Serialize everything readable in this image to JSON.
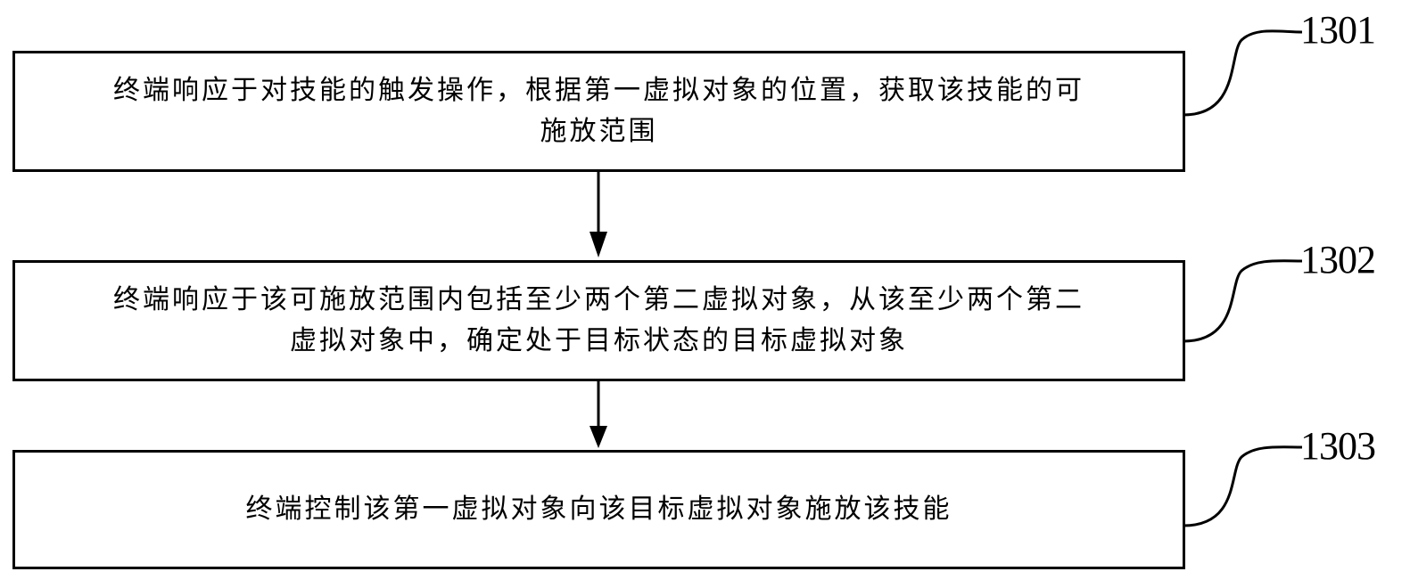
{
  "steps": [
    {
      "id": "1301",
      "lines": [
        "终端响应于对技能的触发操作，根据第一虚拟对象的位置，获取该技能的可",
        "施放范围"
      ]
    },
    {
      "id": "1302",
      "lines": [
        "终端响应于该可施放范围内包括至少两个第二虚拟对象，从该至少两个第二",
        "虚拟对象中，确定处于目标状态的目标虚拟对象"
      ]
    },
    {
      "id": "1303",
      "lines": [
        "终端控制该第一虚拟对象向该目标虚拟对象施放该技能"
      ]
    }
  ],
  "colors": {
    "stroke": "#000000",
    "background": "#ffffff"
  }
}
